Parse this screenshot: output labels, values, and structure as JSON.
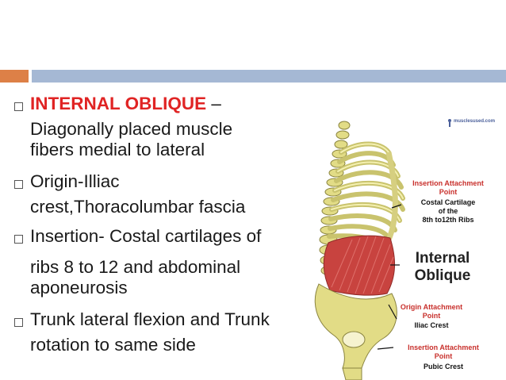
{
  "bullets": [
    {
      "icon": "checkbox-bullet-icon",
      "lines": [
        {
          "title": "INTERNAL OBLIQUE",
          "rest": " –"
        },
        {
          "text": "Diagonally placed muscle"
        },
        {
          "text": "fibers medial to lateral"
        }
      ]
    },
    {
      "icon": "checkbox-bullet-icon",
      "lines": [
        {
          "text": "Origin-Illiac"
        },
        {
          "text": "crest,Thoracolumbar fascia"
        }
      ]
    },
    {
      "icon": "checkbox-bullet-icon",
      "lines": [
        {
          "text": "Insertion- Costal cartilages of"
        }
      ]
    },
    {
      "lines": [
        {
          "text": "ribs 8 to 12 and abdominal"
        },
        {
          "text": "aponeurosis"
        }
      ]
    },
    {
      "icon": "checkbox-bullet-icon",
      "lines": [
        {
          "text": "Trunk lateral flexion and Trunk"
        },
        {
          "text": "rotation to same side"
        }
      ]
    }
  ],
  "figure": {
    "watermark": "musclesused.com",
    "muscle_name_line1": "Internal",
    "muscle_name_line2": "Oblique",
    "insertion_heading_line1": "Insertion Attachment",
    "insertion_heading_line2": "Point",
    "insertion_detail_line1": "Costal Cartilage",
    "insertion_detail_line2": "of the",
    "insertion_detail_line3": "8th to12th Ribs",
    "origin_heading_line1": "Origin Attachment",
    "origin_heading_line2": "Point",
    "origin_detail": "Iliac Crest",
    "insertion2_heading_line1": "Insertion Attachment",
    "insertion2_heading_line2": "Point",
    "insertion2_detail": "Pubic Crest"
  },
  "colors": {
    "accent_orange": "#dd8047",
    "accent_blue": "#a5b8d4",
    "title_red": "#e02424",
    "label_red": "#c8302c",
    "muscle": "#c8433f",
    "bone": "#e2dc86"
  }
}
